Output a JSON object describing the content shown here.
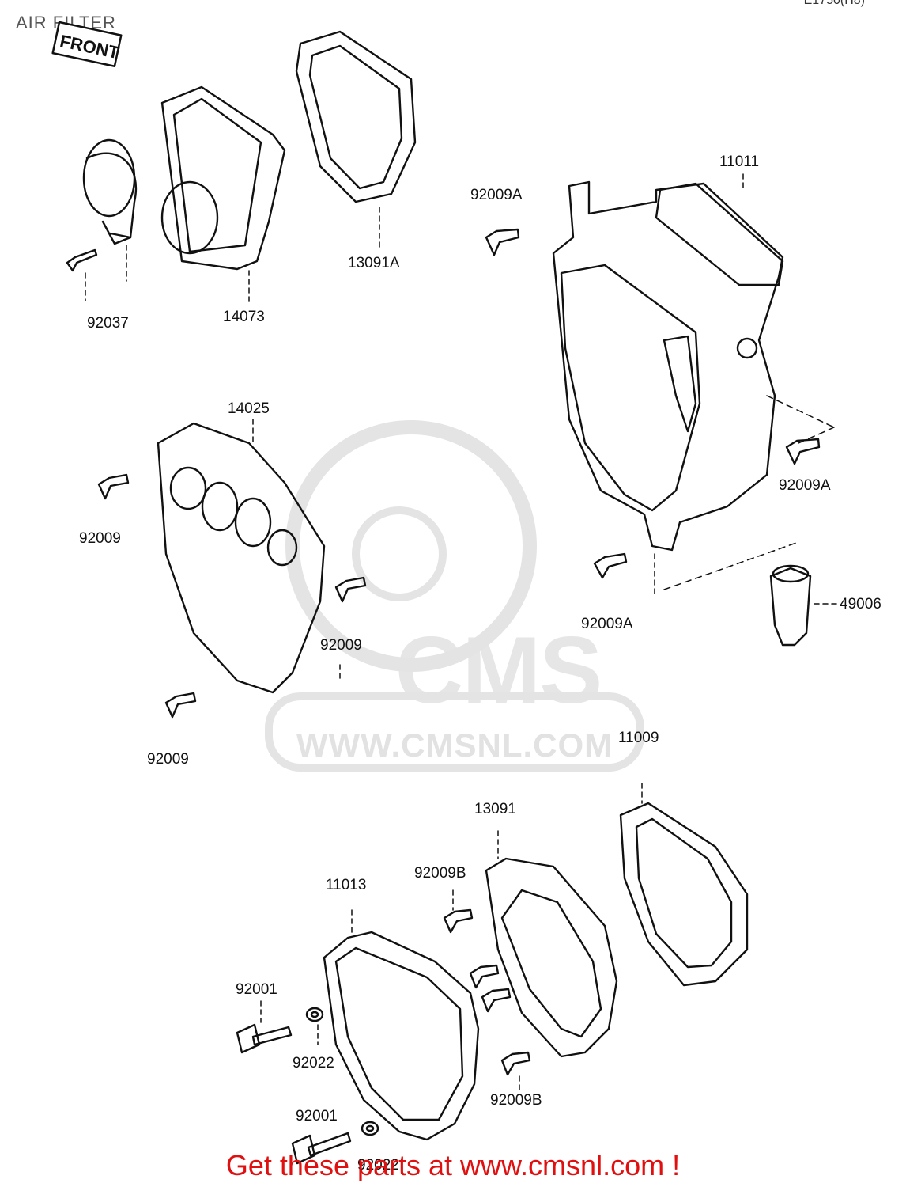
{
  "title": "AIR FILTER",
  "corner_code": "E1750(H8)",
  "front_sign": "FRONT",
  "watermark": {
    "brand": "CMS",
    "url": "WWW.CMSNL.COM"
  },
  "cta": "Get these parts at www.cmsnl.com !",
  "parts": [
    {
      "id": "p-92037",
      "number": "92037"
    },
    {
      "id": "p-14073",
      "number": "14073"
    },
    {
      "id": "p-13091A",
      "number": "13091A"
    },
    {
      "id": "p-92009A-top",
      "number": "92009A"
    },
    {
      "id": "p-11011",
      "number": "11011"
    },
    {
      "id": "p-14025",
      "number": "14025"
    },
    {
      "id": "p-92009A-right",
      "number": "92009A"
    },
    {
      "id": "p-92009-left",
      "number": "92009"
    },
    {
      "id": "p-92009A-bottom",
      "number": "92009A"
    },
    {
      "id": "p-49006",
      "number": "49006"
    },
    {
      "id": "p-92009-mid",
      "number": "92009"
    },
    {
      "id": "p-92009-low",
      "number": "92009"
    },
    {
      "id": "p-11009",
      "number": "11009"
    },
    {
      "id": "p-13091",
      "number": "13091"
    },
    {
      "id": "p-92009B-top",
      "number": "92009B"
    },
    {
      "id": "p-11013",
      "number": "11013"
    },
    {
      "id": "p-92001-top",
      "number": "92001"
    },
    {
      "id": "p-92022-top",
      "number": "92022"
    },
    {
      "id": "p-92009B-bottom",
      "number": "92009B"
    },
    {
      "id": "p-92001-bottom",
      "number": "92001"
    },
    {
      "id": "p-92022-bottom",
      "number": "92022"
    }
  ]
}
